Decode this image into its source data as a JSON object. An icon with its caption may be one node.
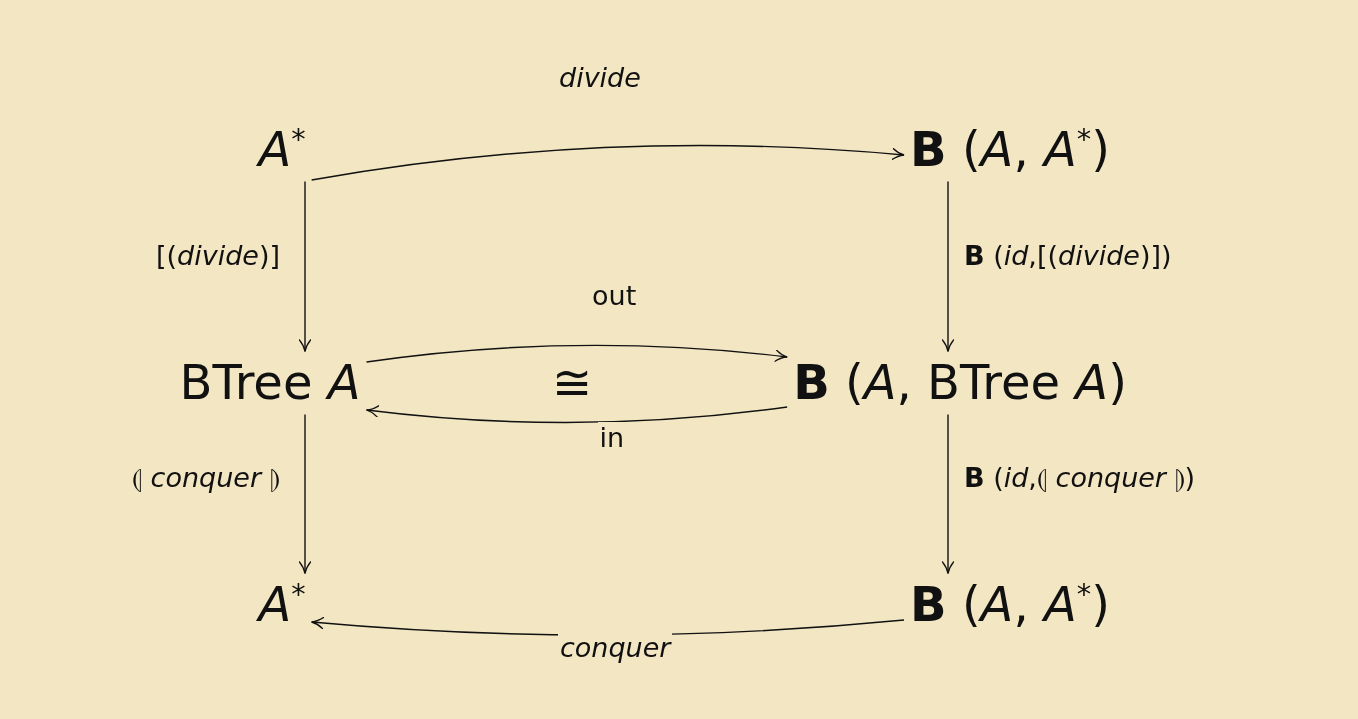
{
  "diagram": {
    "nodes": [
      {
        "text": [
          "*A*$^{*}$"
        ]
      },
      {
        "text": [
          "**B** (*A*, *A*$^{*}$)"
        ]
      },
      {
        "text": [
          "BTree *A*"
        ]
      },
      {
        "text": [
          "**B** (*A*, BTree *A*)"
        ]
      },
      {
        "text": [
          "*A*$^{*}$"
        ]
      },
      {
        "text": [
          "**B** (*A*, *A*$^{*}$)"
        ]
      }
    ],
    "edges": [
      {
        "from": 0,
        "to": 1,
        "arrow": "to",
        "label": "*divide*"
      },
      {
        "from": 0,
        "to": 2,
        "arrow": "to",
        "label": "[(*divide*)]"
      },
      {
        "from": 1,
        "to": 3,
        "arrow": "to",
        "label": "**B** (*id*,[(*divide*)])"
      },
      {
        "from": 2,
        "to": 3,
        "arrow": "to",
        "label": "out"
      },
      {
        "from": 3,
        "to": 2,
        "arrow": "to",
        "label": "in"
      },
      {
        "from": 2,
        "to": 4,
        "arrow": "to",
        "label": "⦇ *conquer* ⦈"
      },
      {
        "from": 3,
        "to": 5,
        "arrow": "to",
        "label": "**B** (*id*,⦇ *conquer* ⦈)"
      },
      {
        "from": 5,
        "to": 4,
        "arrow": "to",
        "label": "*conquer*"
      }
    ],
    "labels": [
      "≅"
    ]
  }
}
